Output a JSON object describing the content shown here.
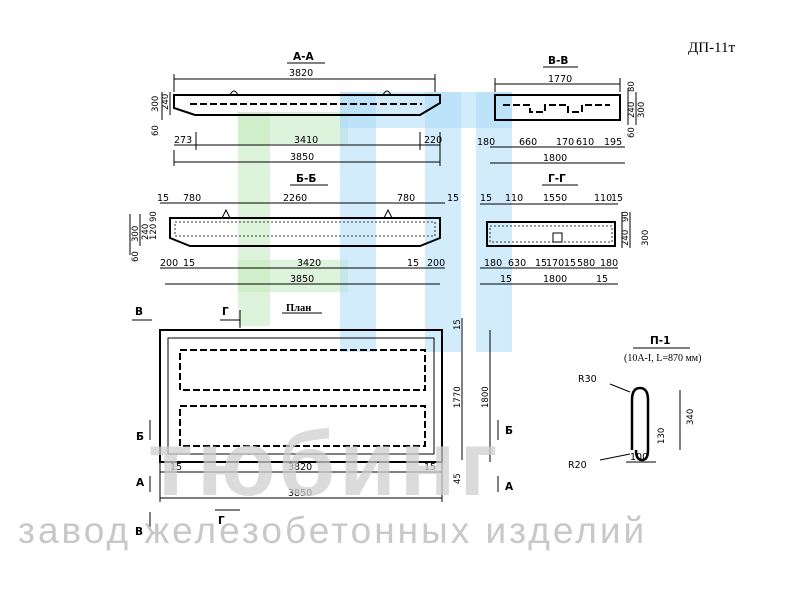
{
  "drawing_code": "ДП-11т",
  "sections": {
    "aa": {
      "title": "А-А",
      "overall_top": "3820",
      "h1": "300",
      "h2": "240",
      "h3": "60",
      "left_off": "273",
      "mid": "3410",
      "right_off": "220",
      "overall_bottom": "3850"
    },
    "vv": {
      "title": "В-В",
      "overall_top": "1770",
      "h1": "80",
      "h2": "240",
      "h3": "300",
      "h4": "60",
      "d1": "180",
      "d2": "660",
      "d3": "170",
      "d4": "610",
      "d5": "195",
      "overall_bottom": "1800"
    },
    "bb": {
      "title": "Б-Б",
      "top1": "15",
      "top2": "780",
      "top3": "2260",
      "top4": "780",
      "top5": "15",
      "h1": "300",
      "h2": "240",
      "h3": "90",
      "h4": "120",
      "h5": "60",
      "b1": "200",
      "b2": "15",
      "b3": "3420",
      "b4": "15",
      "b5": "200",
      "overall_bottom": "3850"
    },
    "gg": {
      "title": "Г-Г",
      "t1": "15",
      "t2": "110",
      "t3": "1550",
      "t4": "110",
      "t5": "15",
      "h1": "90",
      "h2": "240",
      "h3": "300",
      "b1": "180",
      "b2": "630",
      "b3": "15",
      "b4": "170",
      "b5": "15",
      "b6": "580",
      "b7": "180",
      "b8": "15",
      "b9": "15",
      "overall_bottom": "1800"
    }
  },
  "plan": {
    "title": "План",
    "cut_v": "В",
    "cut_g": "Г",
    "cut_b": "Б",
    "cut_a": "А",
    "dim_15_top": "15",
    "dim_1770": "1770",
    "dim_1800": "1800",
    "dim_15_left": "15",
    "dim_3820": "3820",
    "dim_15_right": "15",
    "dim_45": "45",
    "dim_3850": "3850"
  },
  "loop": {
    "title": "П-1",
    "spec": "(10А-I, L=870 мм)",
    "r30": "R30",
    "r20": "R20",
    "h340": "340",
    "d130": "130",
    "d100": "100"
  },
  "watermark": {
    "main": "тюбинг",
    "sub": "завод железобетонных изделий",
    "logo_colors": [
      "#9fd5f7",
      "#b8e6b0"
    ]
  }
}
